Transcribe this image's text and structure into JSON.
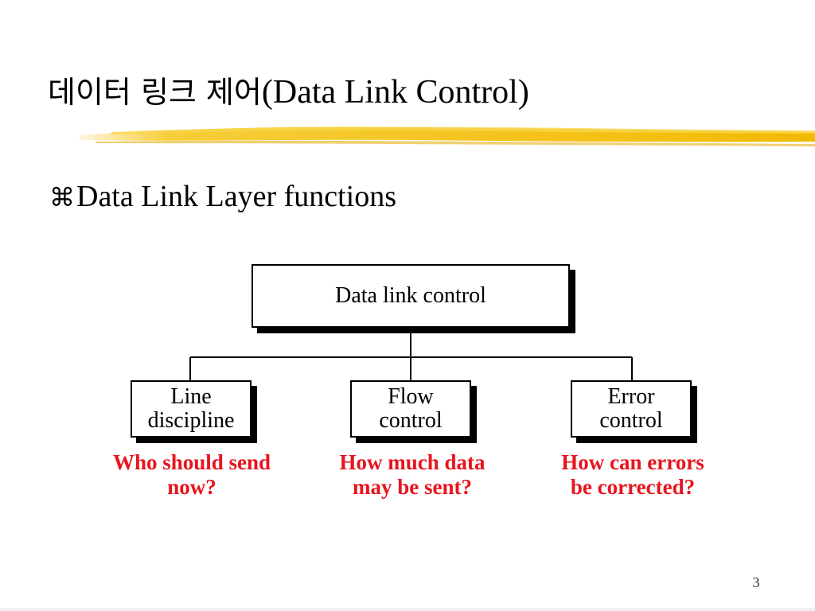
{
  "slide": {
    "title_korean": "데이터 링크 제어",
    "title_english": "(Data Link Control)",
    "bullet_glyph": "⌘",
    "bullet_text": "Data Link Layer functions",
    "page_number": "3"
  },
  "diagram": {
    "top_box": "Data link control",
    "children": [
      {
        "label": "Line\ndiscipline",
        "question": "Who should send\nnow?"
      },
      {
        "label": "Flow\ncontrol",
        "question": "How much data\nmay be sent?"
      },
      {
        "label": "Error\ncontrol",
        "question": "How can errors\nbe corrected?"
      }
    ]
  },
  "colors": {
    "highlight_brush": "#f5c518",
    "question_text": "#e8141e",
    "box_border": "#000000"
  }
}
